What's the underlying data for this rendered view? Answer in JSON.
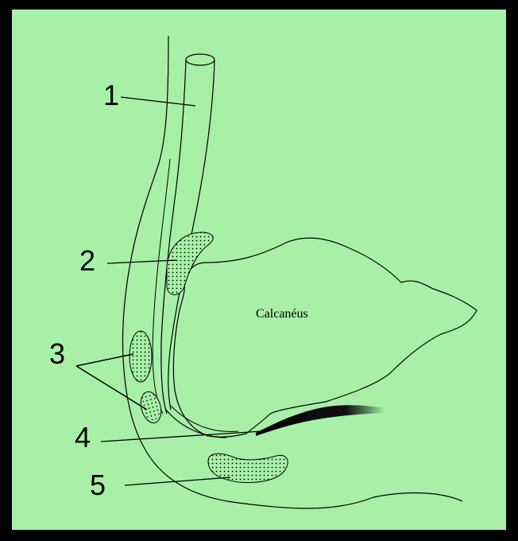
{
  "diagram": {
    "labels": {
      "one": "1",
      "two": "2",
      "three": "3",
      "four": "4",
      "five": "5",
      "bone": "Calcanéus"
    },
    "colors": {
      "background": "#a8f0a8",
      "frame": "#000000",
      "ink": "#000000"
    }
  }
}
